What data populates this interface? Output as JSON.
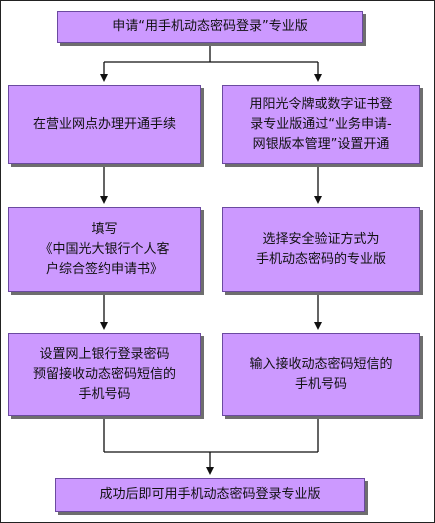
{
  "steps": {
    "title": "申请“用手机动态密码登录”专业版",
    "left": [
      "在营业网点办理开通手续",
      [
        "填写",
        "《中国光大银行个人客",
        "户综合签约申请书》"
      ],
      [
        "设置网上银行登录密码",
        "预留接收动态密码短信的",
        "手机号码"
      ]
    ],
    "right": [
      [
        "用阳光令牌或数字证书登",
        "录专业版通过“业务申请-",
        "网银版本管理”设置开通"
      ],
      [
        "选择安全验证方式为",
        "手机动态密码的专业版"
      ],
      [
        "输入接收动态密码短信的",
        "手机号码"
      ]
    ],
    "final": "成功后即可用手机动态密码登录专业版"
  },
  "colors": {
    "box_fill": "#cc99ff",
    "box_border": "#6b4aa0",
    "shadow": "#6e6e6e",
    "line": "#111111"
  }
}
